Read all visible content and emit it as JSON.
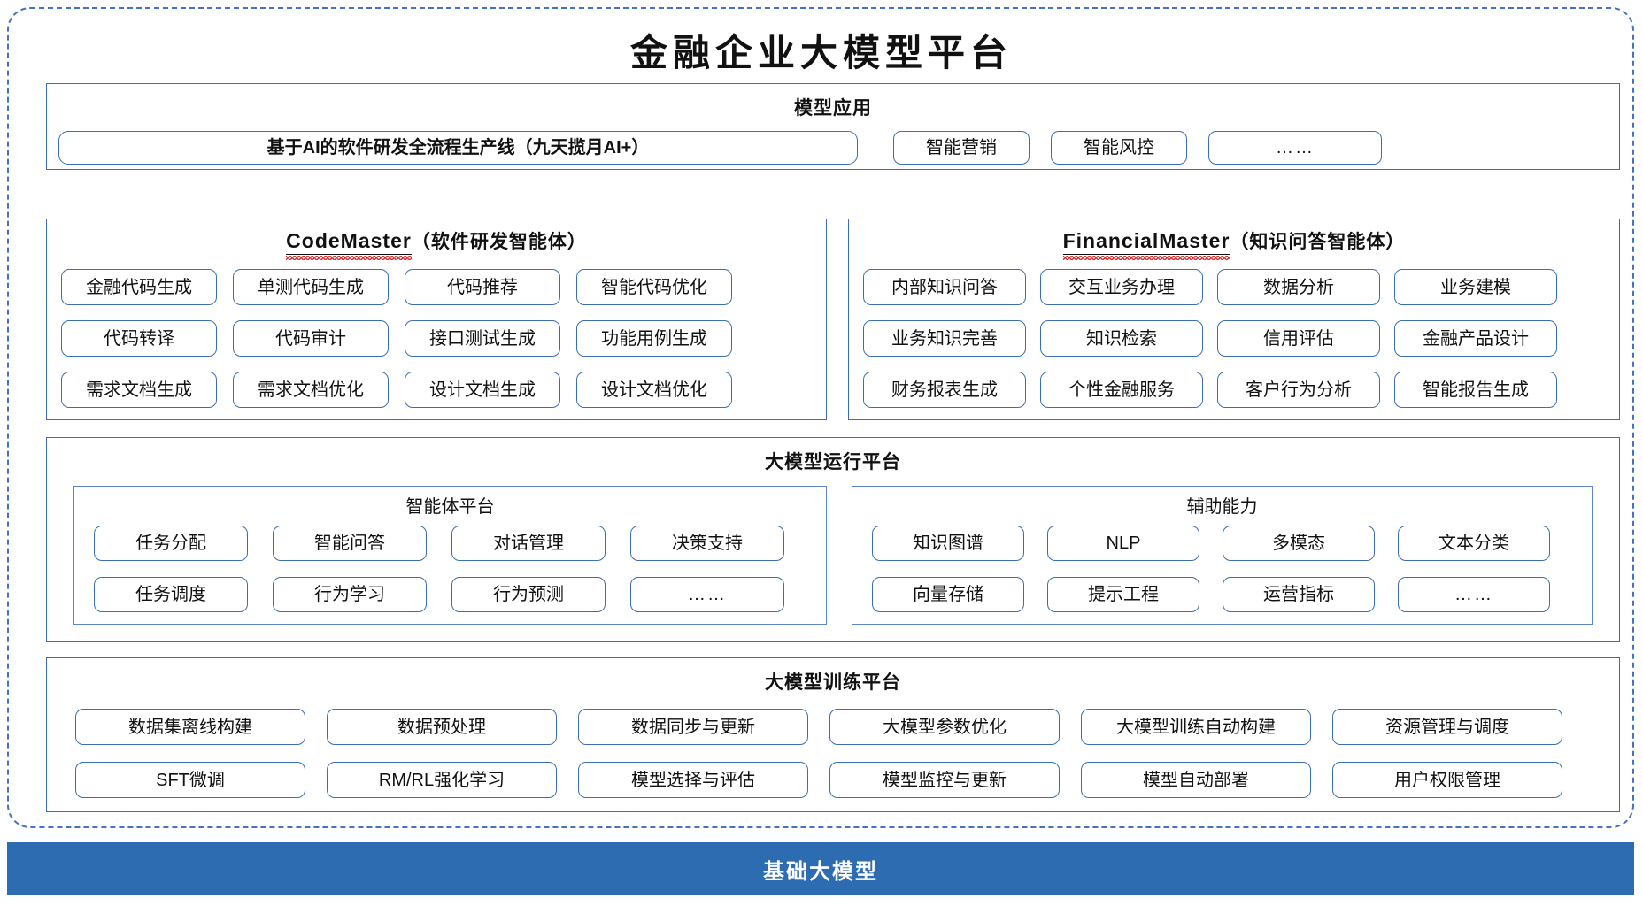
{
  "diagram": {
    "title": "金融企业大模型平台",
    "frame_style": "dashed-rounded",
    "accent_color": "#3C6EB4",
    "base_bar_color": "#2E6CB2"
  },
  "model_application": {
    "title": "模型应用",
    "primary_pill": "基于AI的软件研发全流程生产线（九天揽月AI+）",
    "pills": [
      "智能营销",
      "智能风控",
      "……"
    ]
  },
  "code_master": {
    "title_latin": "CodeMaster",
    "title_cn": "（软件研发智能体）",
    "rows": [
      [
        "金融代码生成",
        "单测代码生成",
        "代码推荐",
        "智能代码优化"
      ],
      [
        "代码转译",
        "代码审计",
        "接口测试生成",
        "功能用例生成"
      ],
      [
        "需求文档生成",
        "需求文档优化",
        "设计文档生成",
        "设计文档优化"
      ]
    ]
  },
  "financial_master": {
    "title_latin": "FinancialMaster",
    "title_cn": "（知识问答智能体）",
    "rows": [
      [
        "内部知识问答",
        "交互业务办理",
        "数据分析",
        "业务建模"
      ],
      [
        "业务知识完善",
        "知识检索",
        "信用评估",
        "金融产品设计"
      ],
      [
        "财务报表生成",
        "个性金融服务",
        "客户行为分析",
        "智能报告生成"
      ]
    ]
  },
  "runtime_platform": {
    "title": "大模型运行平台",
    "agent_platform": {
      "title": "智能体平台",
      "rows": [
        [
          "任务分配",
          "智能问答",
          "对话管理",
          "决策支持"
        ],
        [
          "任务调度",
          "行为学习",
          "行为预测",
          "……"
        ]
      ]
    },
    "auxiliary": {
      "title": "辅助能力",
      "rows": [
        [
          "知识图谱",
          "NLP",
          "多模态",
          "文本分类"
        ],
        [
          "向量存储",
          "提示工程",
          "运营指标",
          "……"
        ]
      ]
    }
  },
  "training_platform": {
    "title": "大模型训练平台",
    "rows": [
      [
        "数据集离线构建",
        "数据预处理",
        "数据同步与更新",
        "大模型参数优化",
        "大模型训练自动构建",
        "资源管理与调度"
      ],
      [
        "SFT微调",
        "RM/RL强化学习",
        "模型选择与评估",
        "模型监控与更新",
        "模型自动部署",
        "用户权限管理"
      ]
    ]
  },
  "base_model": {
    "label": "基础大模型"
  }
}
